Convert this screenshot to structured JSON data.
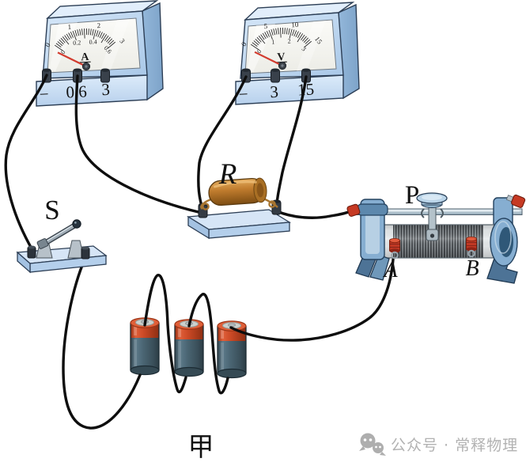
{
  "meters": {
    "ammeter": {
      "dial_letter": "A",
      "scale_inner": [
        "0",
        "0.2",
        "0.4",
        "0.6"
      ],
      "scale_outer": [
        "0",
        "1",
        "2",
        "3"
      ],
      "terminal_labels": [
        "−",
        "0.6",
        "3"
      ]
    },
    "voltmeter": {
      "dial_letter": "V",
      "scale_inner": [
        "0",
        "1",
        "2",
        "3"
      ],
      "scale_outer": [
        "0",
        "5",
        "10",
        "15"
      ],
      "terminal_labels": [
        "−",
        "3",
        "15"
      ]
    }
  },
  "labels": {
    "resistor": "R",
    "switch": "S",
    "rheostat_slider": "P",
    "rheostat_terminal_a": "A",
    "rheostat_terminal_b": "B",
    "caption": "甲"
  },
  "watermark": {
    "icon": "wechat-chat-bubbles-icon",
    "text": "公众号 · 常释物理"
  },
  "style": {
    "wire_color": "#0e0e0e",
    "needle_color": "#d23b2e",
    "meter_body_color": "#bfd8f0",
    "battery_top_color": "#d4502e",
    "battery_body_color": "#47626f",
    "resistor_color": "#b5742c",
    "base_plate_color": "#d6e5f6",
    "rheostat_metal_color": "#86aed1",
    "terminal_red_color": "#c03824",
    "watermark_color": "#b2b2b2"
  }
}
